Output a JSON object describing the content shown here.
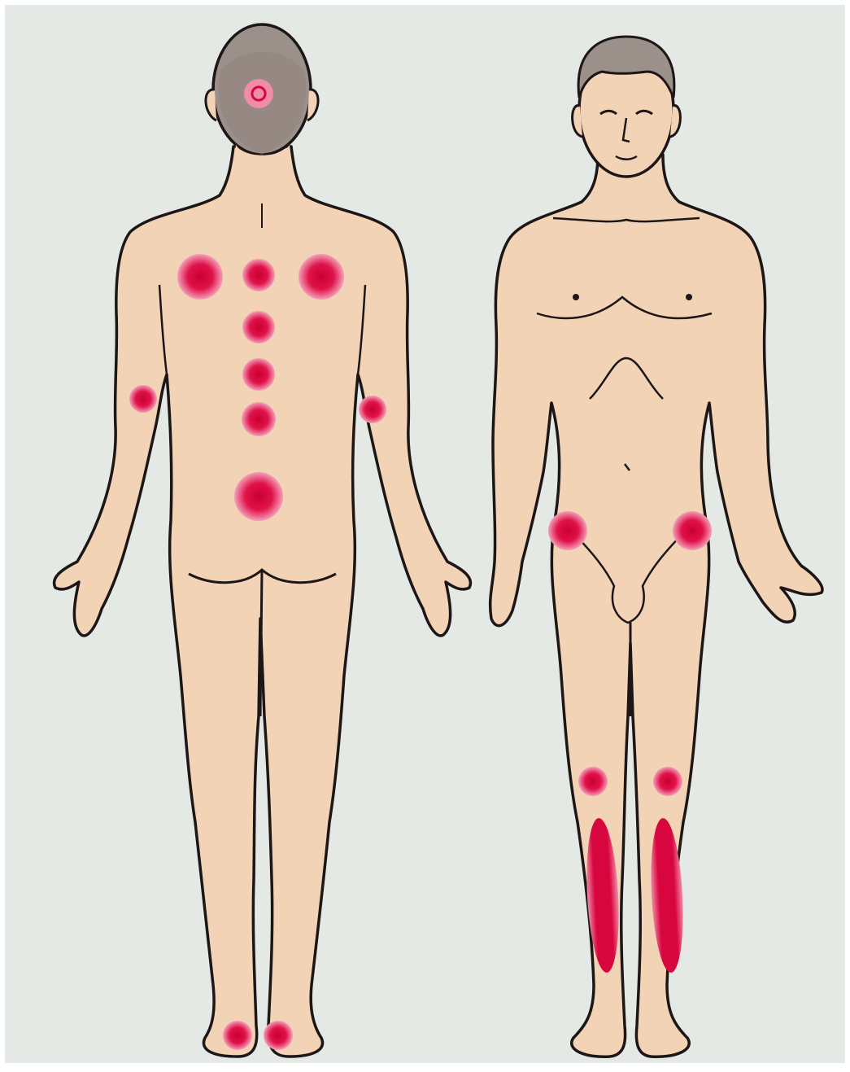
{
  "colors": {
    "background": "#e4e9e5",
    "frame": "#ffffff",
    "skin": "#f3d3b6",
    "skin_shade": "#e6bd9c",
    "outline": "#1c1616",
    "hair": "#9c908a",
    "hair_dark": "#7a6c66",
    "marker_outer": "#f08ca8",
    "marker_core": "#d8063e"
  },
  "figures": [
    {
      "name": "back-view",
      "view": "posterior"
    },
    {
      "name": "front-view",
      "view": "anterior"
    }
  ],
  "markers": {
    "back_view": [
      "occiput",
      "left-shoulder-blade",
      "neck-spine",
      "right-shoulder-blade",
      "upper-spine",
      "mid-spine",
      "lower-thoracic-spine",
      "lower-back",
      "left-elbow",
      "right-elbow",
      "left-heel",
      "right-heel"
    ],
    "front_view": [
      "left-hip",
      "right-hip",
      "left-knee",
      "right-knee",
      "left-shin",
      "right-shin"
    ]
  }
}
